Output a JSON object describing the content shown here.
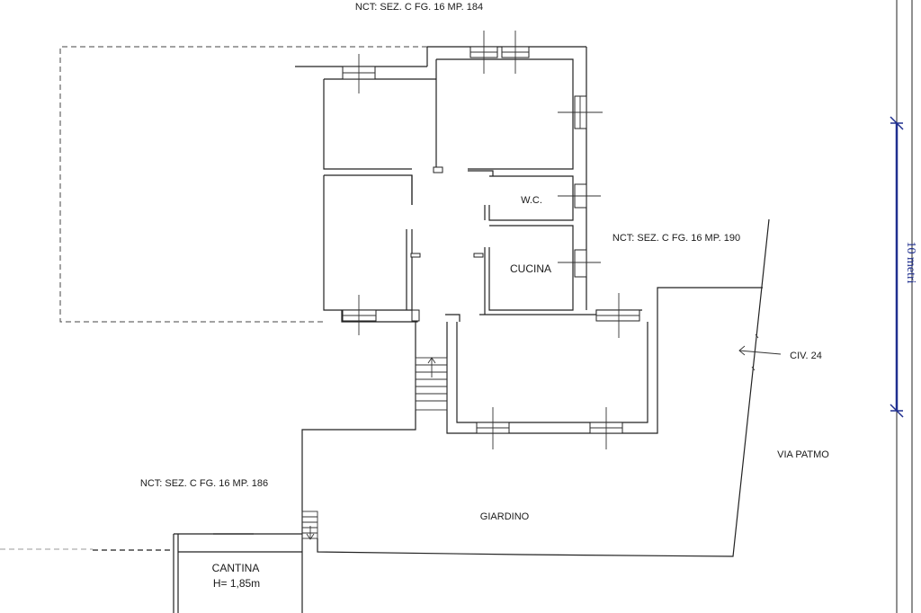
{
  "labels": {
    "parcel_top": "NCT: SEZ. C FG. 16 MP. 184",
    "parcel_right": "NCT: SEZ. C FG. 16 MP. 190",
    "parcel_left": "NCT: SEZ. C FG. 16 MP. 186",
    "room_wc": "W.C.",
    "room_cucina": "CUCINA",
    "civic": "CIV. 24",
    "street": "VIA PATMO",
    "garden": "GIARDINO",
    "cellar": "CANTINA",
    "cellar_height": "H= 1,85m",
    "scale": "10 metri"
  },
  "colors": {
    "lines": "#222222",
    "scale_bar": "#1f2f8f",
    "ghost_line": "#9a9a9a"
  }
}
